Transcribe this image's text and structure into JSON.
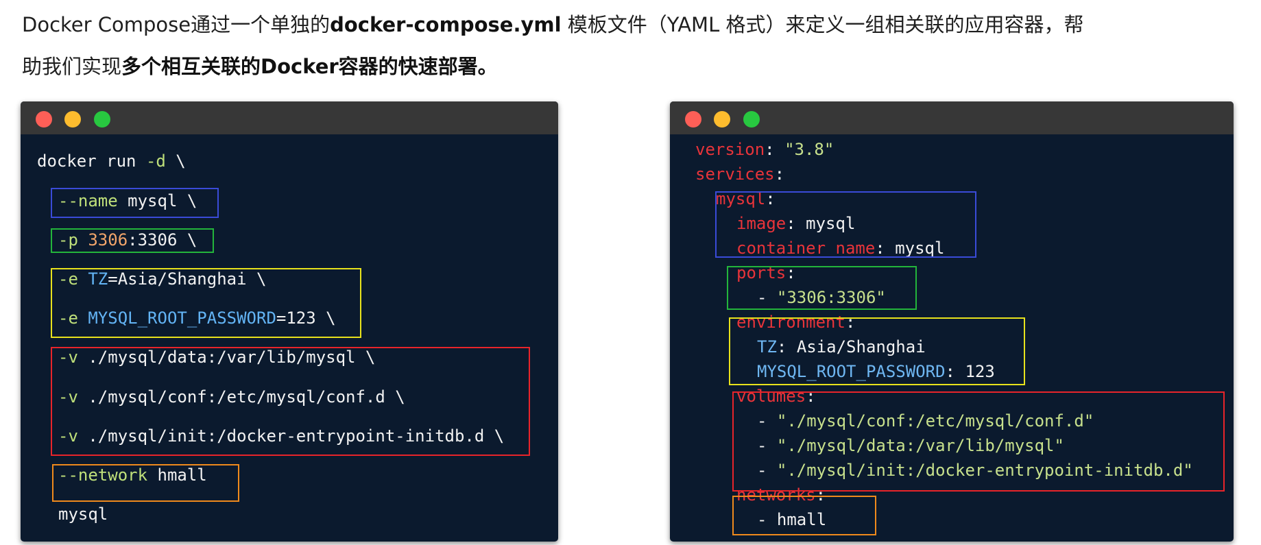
{
  "intro": {
    "p1": "Docker Compose通过一个单独的",
    "p2": "docker-compose.yml",
    "p3": " 模板文件（YAML 格式）来定义一组相关联的应用容器，帮",
    "p4": "助我们实现",
    "p5": "多个相互关联的Docker容器的快速部署。"
  },
  "colors": {
    "box_blue": "#3a4bd8",
    "box_green": "#23b53b",
    "box_yellow": "#e8e21c",
    "box_red": "#e8242a",
    "box_orange": "#f08a1c",
    "window_bg": "#0b1a2e",
    "titlebar_bg": "#373737"
  },
  "left": {
    "l1": {
      "cmd": "docker run ",
      "flag": "-d",
      "tail": " \\"
    },
    "l2": {
      "flag": "--name",
      "value": " mysql \\"
    },
    "l3": {
      "flag": "-p ",
      "num": "3306",
      "value": ":3306 \\"
    },
    "l4": {
      "flag": "-e ",
      "env": "TZ",
      "value": "=Asia/Shanghai \\"
    },
    "l5": {
      "flag": "-e ",
      "env": "MYSQL_ROOT_PASSWORD",
      "value": "=123 \\"
    },
    "l6": {
      "flag": "-v",
      "value": " ./mysql/data:/var/lib/mysql \\"
    },
    "l7": {
      "flag": "-v",
      "value": " ./mysql/conf:/etc/mysql/conf.d \\"
    },
    "l8": {
      "flag": "-v",
      "value": " ./mysql/init:/docker-entrypoint-initdb.d \\"
    },
    "l9": {
      "flag": "--network",
      "value": " hmall"
    },
    "l10": {
      "value": "mysql"
    }
  },
  "right": {
    "l1": {
      "key": "version",
      "colon": ": ",
      "str": "\"3.8\""
    },
    "l2": {
      "key": "services",
      "colon": ":"
    },
    "l3": {
      "key": "mysql",
      "colon": ":"
    },
    "l4": {
      "key": "image",
      "colon": ": ",
      "value": "mysql"
    },
    "l5": {
      "key": "container_name",
      "colon": ": ",
      "value": "mysql"
    },
    "l6": {
      "key": "ports",
      "colon": ":"
    },
    "l7": {
      "dash": "- ",
      "str": "\"3306:3306\""
    },
    "l8": {
      "key": "environment",
      "colon": ":"
    },
    "l9": {
      "env": "TZ",
      "colon": ": ",
      "value": "Asia/Shanghai"
    },
    "l10": {
      "env": "MYSQL_ROOT_PASSWORD",
      "colon": ": ",
      "value": "123"
    },
    "l11": {
      "key": "volumes",
      "colon": ":"
    },
    "l12": {
      "dash": "- ",
      "str": "\"./mysql/conf:/etc/mysql/conf.d\""
    },
    "l13": {
      "dash": "- ",
      "str": "\"./mysql/data:/var/lib/mysql\""
    },
    "l14": {
      "dash": "- ",
      "str": "\"./mysql/init:/docker-entrypoint-initdb.d\""
    },
    "l15": {
      "key": "networks",
      "colon": ":"
    },
    "l16": {
      "dash": "- ",
      "value": "hmall"
    }
  }
}
